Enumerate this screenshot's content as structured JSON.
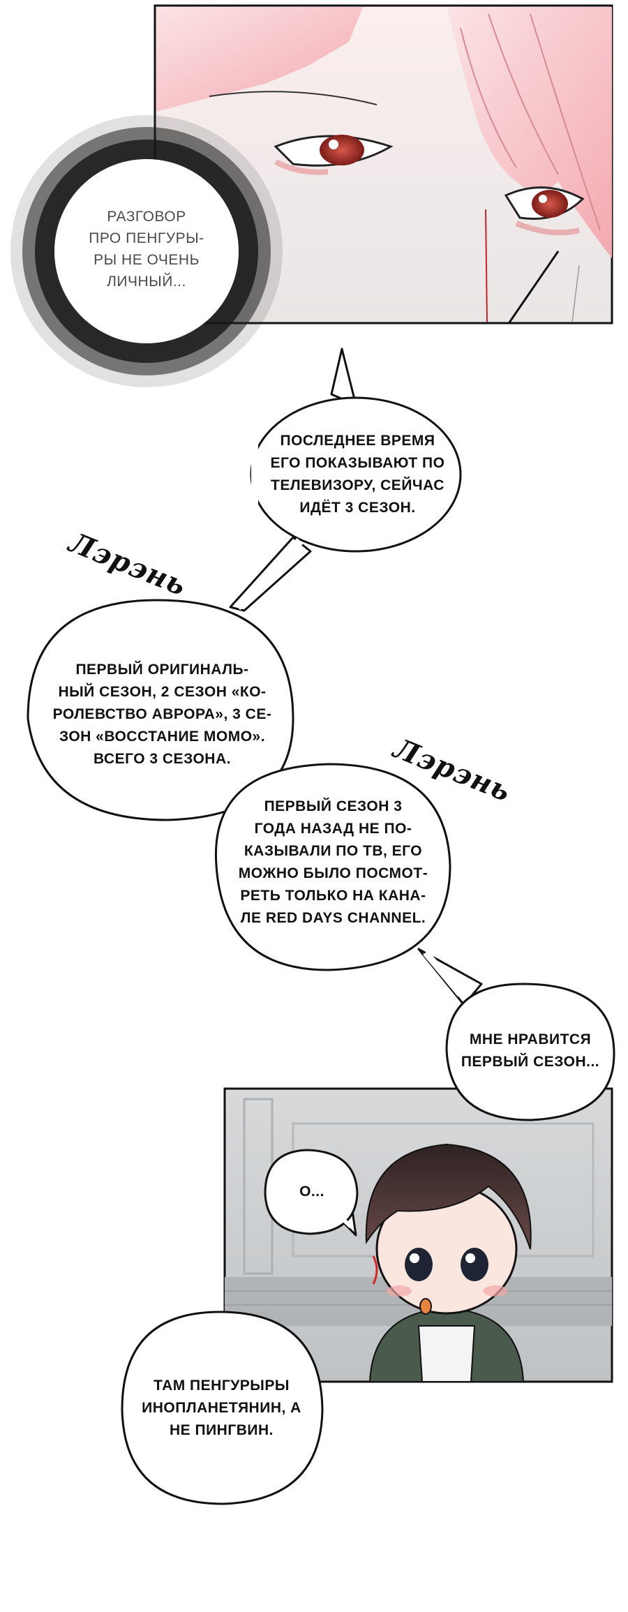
{
  "panels": {
    "top": {
      "description_colors": {
        "skin": "#f7e3e3",
        "hair": "#f6c6c9",
        "eyes": "#b5372f"
      }
    },
    "bottom": {
      "description_colors": {
        "wall": "#cfd2d4",
        "hair": "#3d2b2b",
        "shirt": "#4a5a4c"
      }
    }
  },
  "bubbles": {
    "thought_1": "Разговор\nпро пенгуры-\nры не очень\nличный...",
    "speech_1": "Последнее время\nего показывают по\nтелевизору, сейчас\nидёт 3 сезон.",
    "speech_2": "Первый оригиналь-\nный сезон, 2 сезон «Ко-\nролевство Аврора», 3 се-\nзон «Восстание Момо».\nВсего 3 сезона.",
    "speech_3": "Первый сезон 3\nгода назад не по-\nказывали по ТВ, его\nможно было посмот-\nреть только на кана-\nле RED DAYS CHANNEL.",
    "speech_4": "Мне нравится\nпервый сезон...",
    "speech_5": "О...",
    "speech_6": "Там пенгурыры\nинопланетянин, а\nне пингвин."
  },
  "sfx": {
    "first": "Лэрэнь",
    "second": "Лэрэнь"
  }
}
